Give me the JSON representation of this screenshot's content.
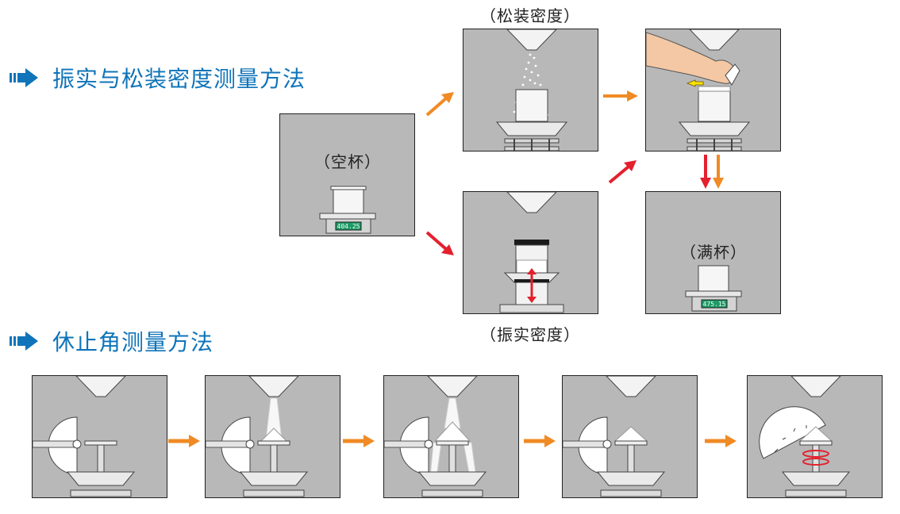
{
  "headings": {
    "section_density": "振实与松装密度测量方法",
    "section_angle": "休止角测量方法"
  },
  "labels": {
    "empty_cup": "（空杯）",
    "loose_density": "（松装密度）",
    "tap_density": "（振实密度）",
    "full_cup": "（满杯）"
  },
  "displays": {
    "empty_reading": "404.25",
    "full_reading": "475.15"
  },
  "colors": {
    "accent_blue": "#0f74b9",
    "panel_gray": "#b8b8b9",
    "arrow_orange": "#f08a24",
    "arrow_red": "#e4202d",
    "arrow_yellow": "#ffe200",
    "display_green": "#1e9a66"
  }
}
